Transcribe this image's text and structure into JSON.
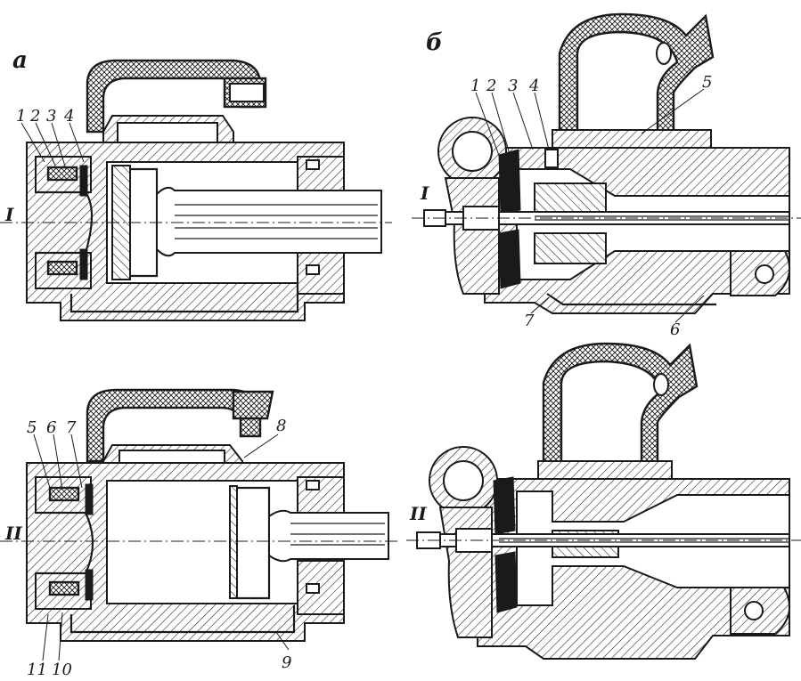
{
  "panels": {
    "a": "а",
    "b": "б"
  },
  "positions": {
    "top": "I",
    "bottom": "II"
  },
  "labels_a_top": [
    "1",
    "2",
    "3",
    "4"
  ],
  "labels_a_bottom": [
    "5",
    "6",
    "7",
    "8",
    "9",
    "10",
    "11"
  ],
  "labels_b": [
    "1",
    "2",
    "3",
    "4",
    "5",
    "6",
    "7"
  ]
}
